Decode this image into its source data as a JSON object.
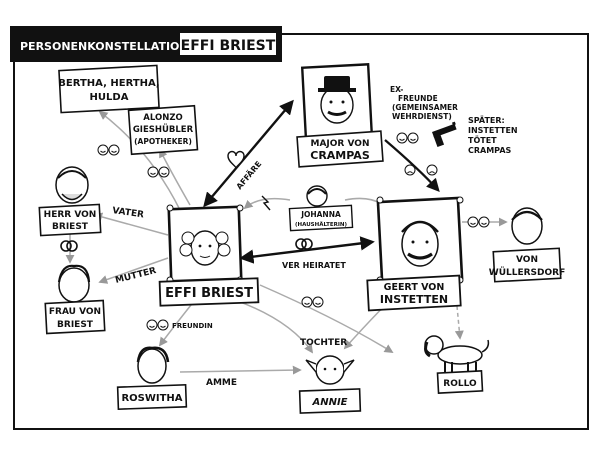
{
  "header": {
    "prefix": "PERSONENKONSTELLATION",
    "book_title": "EFFI BRIEST"
  },
  "nodes": {
    "bertha": [
      "BERTHA, HERTHA,",
      "HULDA"
    ],
    "alonzo": [
      "ALONZO",
      "GIESHÜBLER",
      "(APOTHEKER)"
    ],
    "crampas": [
      "MAJOR VON",
      "CRAMPAS"
    ],
    "johanna": [
      "JOHANNA",
      "(HAUSHÄLTERIN)"
    ],
    "herr_briest": [
      "HERR VON",
      "BRIEST"
    ],
    "frau_briest": [
      "FRAU VON",
      "BRIEST"
    ],
    "effi": "EFFI BRIEST",
    "geert": [
      "GEERT VON",
      "INSTETTEN"
    ],
    "wuellersdorf": [
      "VON",
      "WÜLLERSDORF"
    ],
    "roswitha": "ROSWITHA",
    "annie": "ANNIE",
    "rollo": "ROLLO"
  },
  "relations": {
    "ex_freunde": [
      "EX-",
      "FREUNDE",
      "(GEMEINSAMER",
      "WEHRDIENST)"
    ],
    "spaeter": [
      "SPÄTER:",
      "INSTETTEN",
      "TÖTET",
      "CRAMPAS"
    ],
    "affaere": "AFFÄRE",
    "vater": "VATER",
    "mutter": "MUTTER",
    "verheiratet": "VER HEIRATET",
    "freundin": "FREUNDIN",
    "amme": "AMME",
    "tochter": "TOCHTER"
  },
  "icons": [
    "heart-icon",
    "wedding-rings-icon",
    "pistol-icon",
    "smiley-pair-icon",
    "sad-face-pair-icon",
    "lightning-icon"
  ]
}
